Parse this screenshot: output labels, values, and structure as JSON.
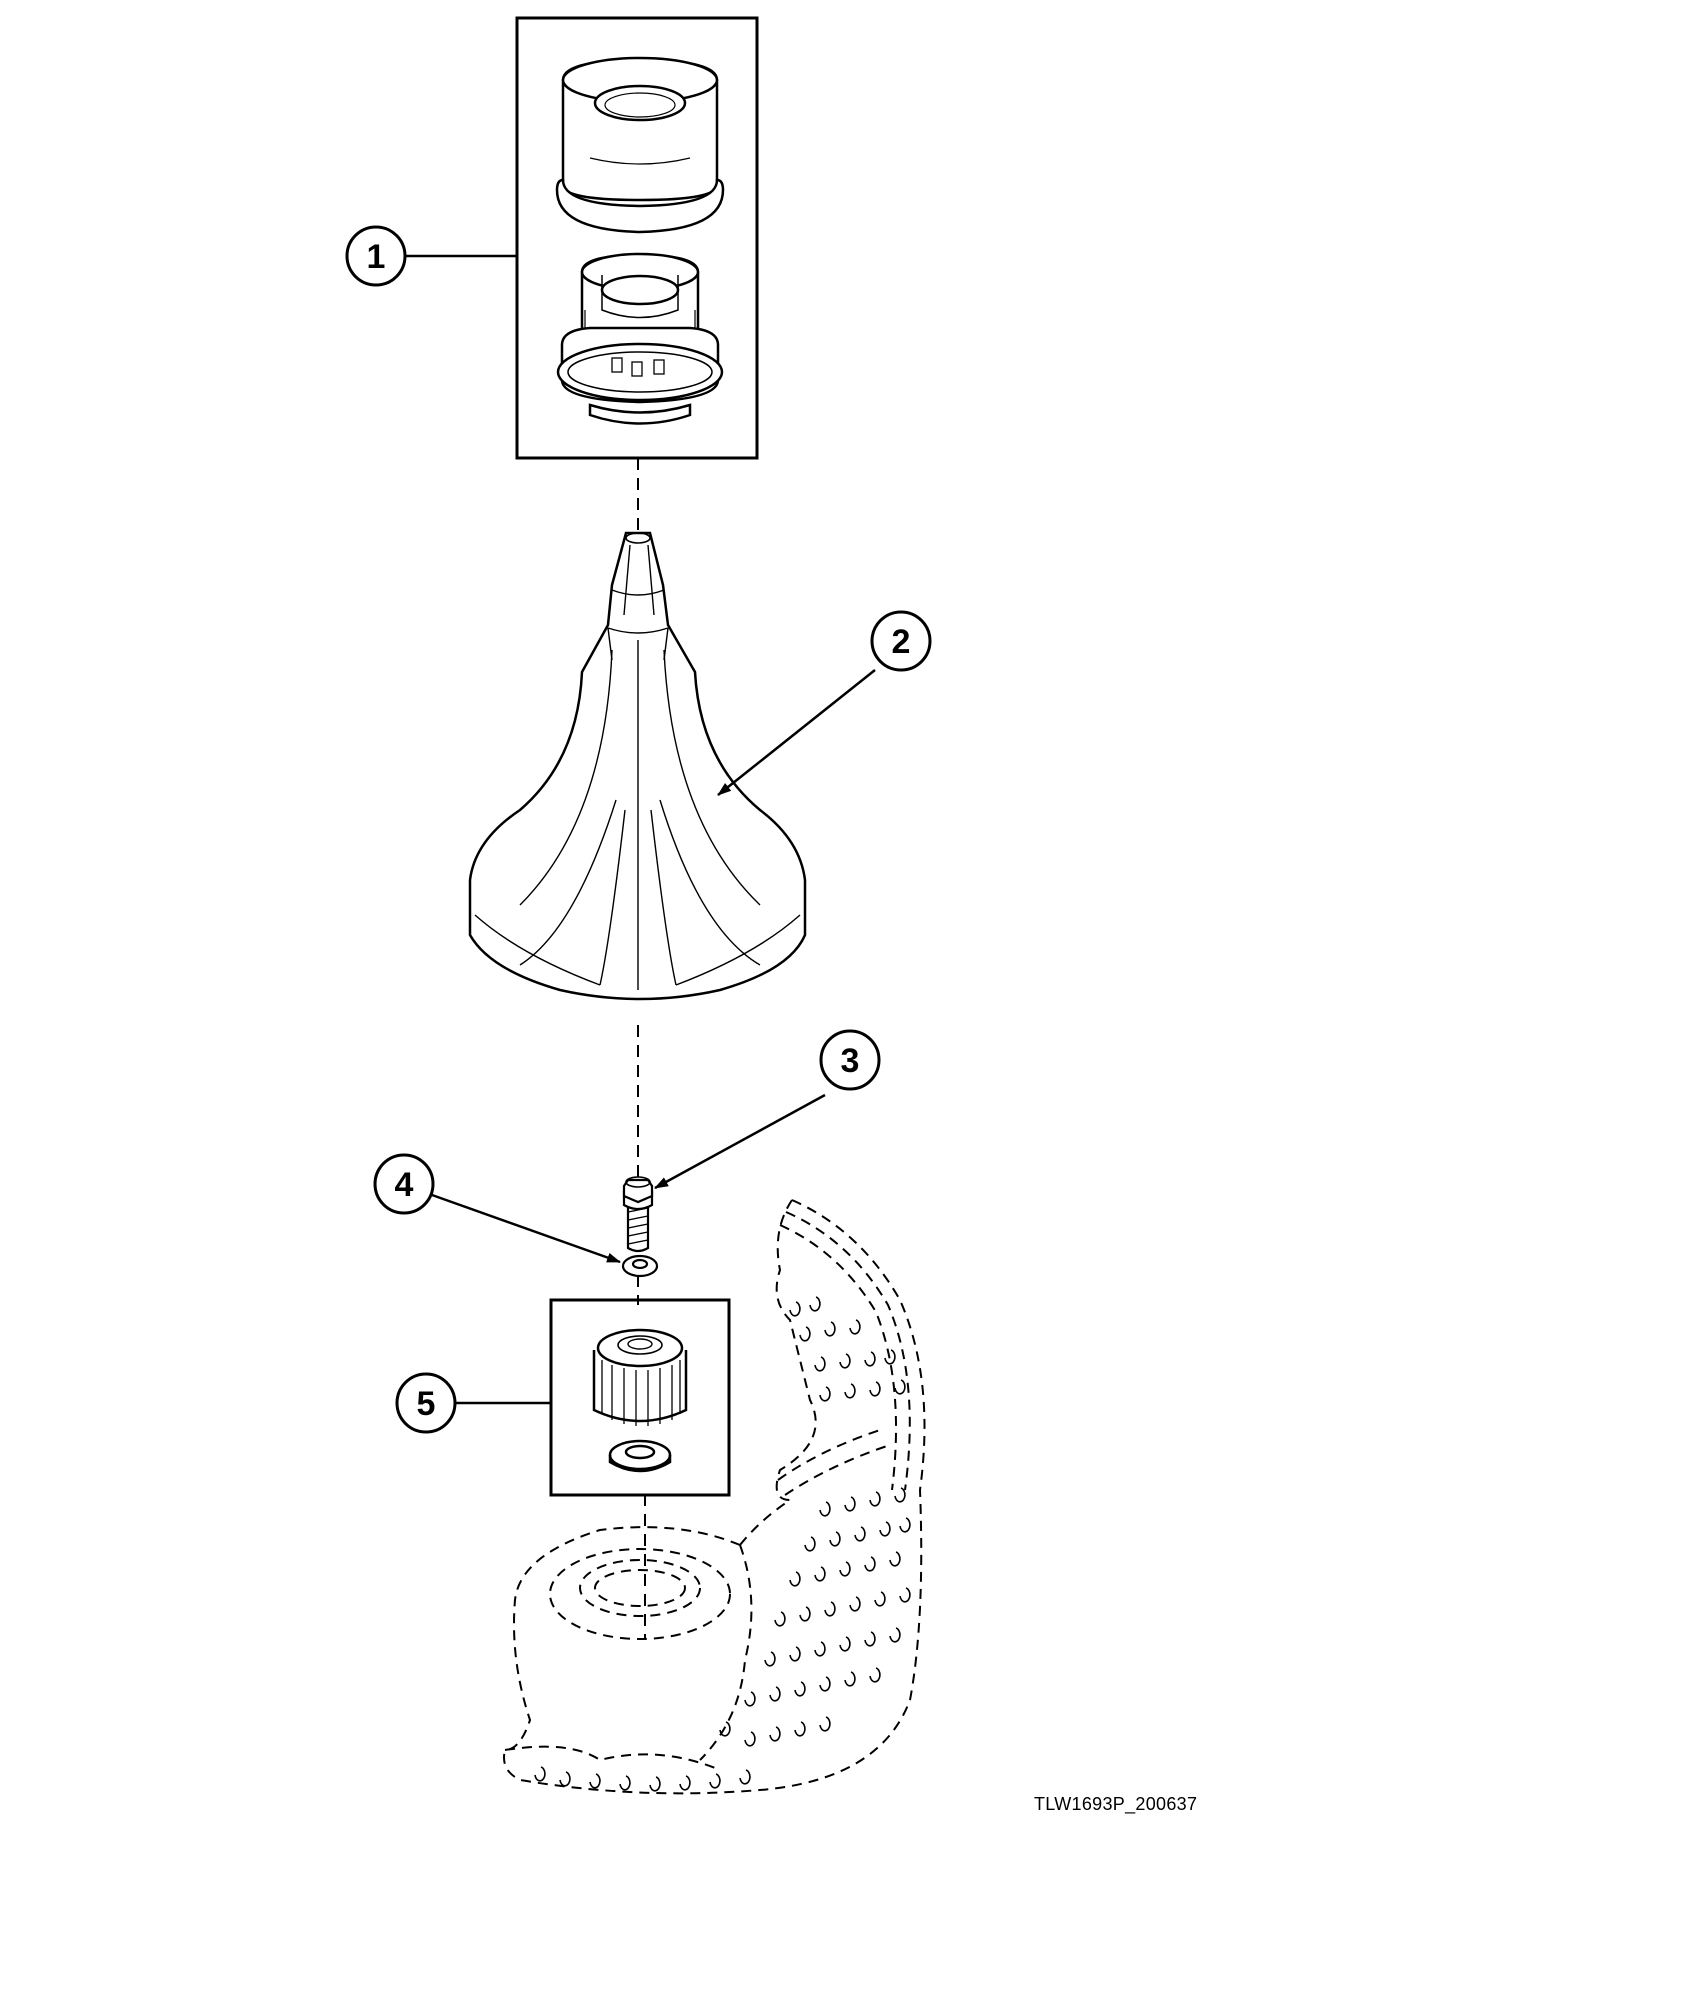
{
  "callouts": [
    {
      "number": "1",
      "part": "agitator-cap-assembly"
    },
    {
      "number": "2",
      "part": "agitator"
    },
    {
      "number": "3",
      "part": "bolt"
    },
    {
      "number": "4",
      "part": "washer"
    },
    {
      "number": "5",
      "part": "drive-block-assembly"
    }
  ],
  "caption": "TLW1693P_200637",
  "colors": {
    "line": "#000000",
    "background": "#ffffff"
  }
}
